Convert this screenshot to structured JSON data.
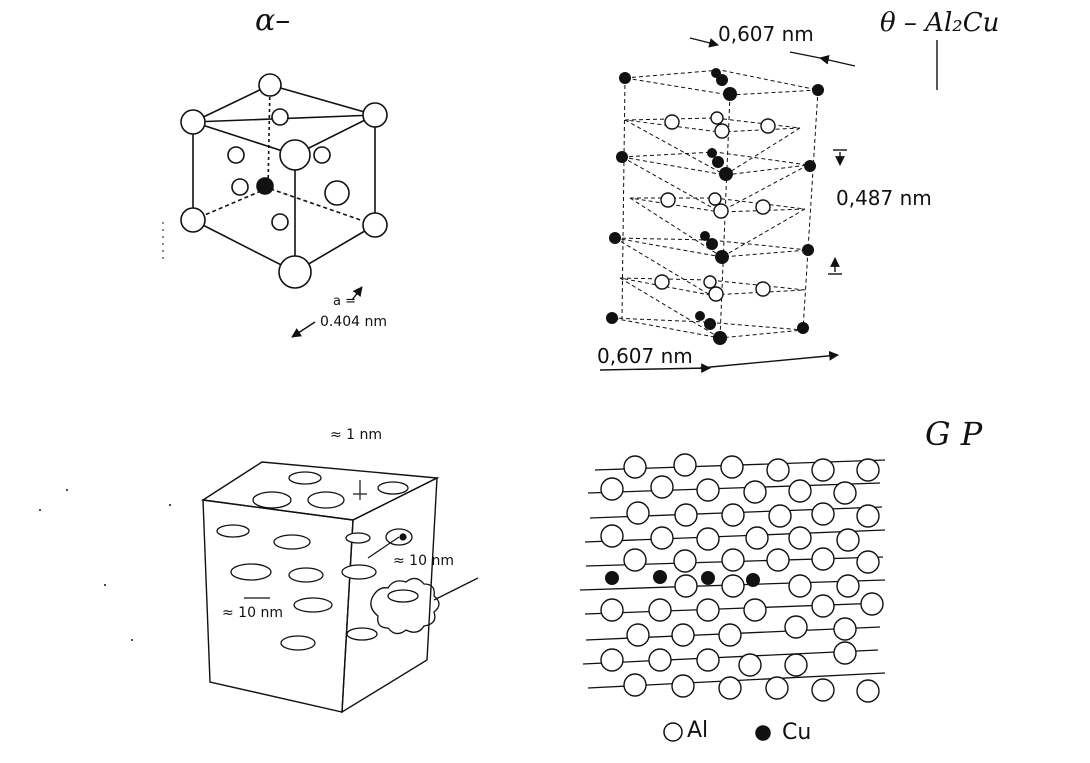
{
  "panels": {
    "alpha": {
      "label": "α–",
      "lattice_a": "a =",
      "lattice_value": "0.404 nm"
    },
    "theta": {
      "label": "θ – Al₂Cu",
      "top_dim": "0,607 nm",
      "mid_dim": "0,487 nm",
      "bottom_dim": "0,607 nm"
    },
    "precipitate": {
      "thickness": "≈ 1 nm",
      "diameter_right": "≈ 10 nm",
      "diameter_left": "≈ 10 nm"
    },
    "gp": {
      "label": "G P",
      "legend_al": "Al",
      "legend_cu": "Cu"
    }
  },
  "colors": {
    "ink": "#111111",
    "paper": "#ffffff"
  }
}
